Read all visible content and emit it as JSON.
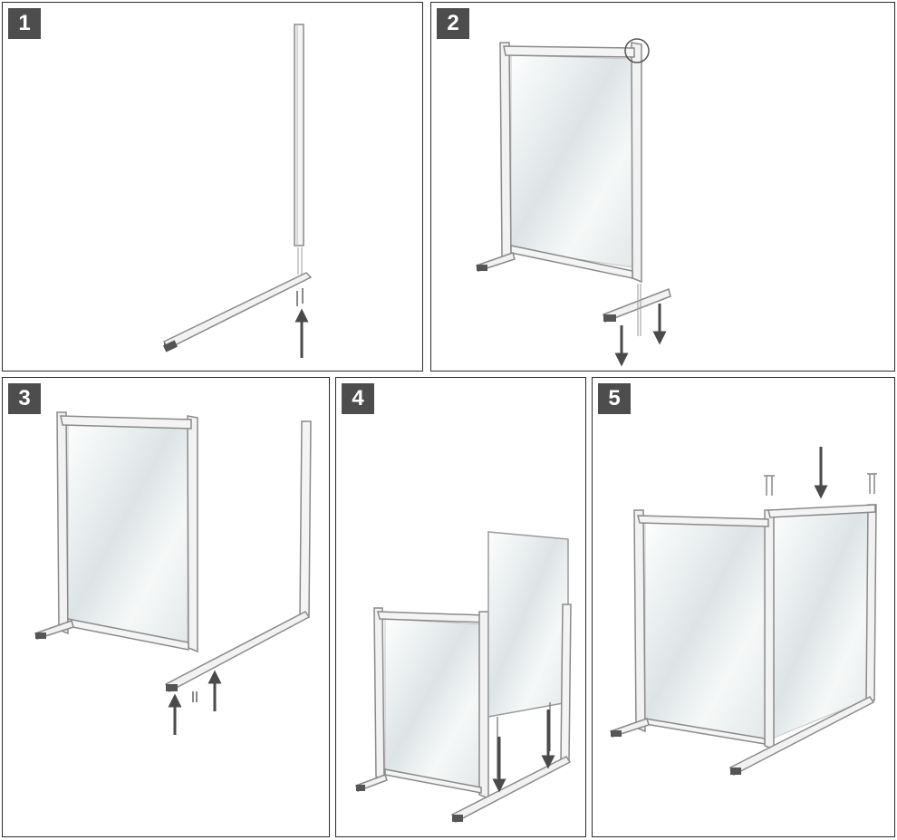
{
  "steps": [
    {
      "number": "1"
    },
    {
      "number": "2"
    },
    {
      "number": "3"
    },
    {
      "number": "4"
    },
    {
      "number": "5"
    }
  ],
  "colors": {
    "frame_stroke": "#8a8a8a",
    "frame_fill": "#f2f2f2",
    "glass": "#eef3f4",
    "arrow": "#4a4a4a",
    "badge": "#4d4d4d",
    "border": "#2b2b2b"
  }
}
